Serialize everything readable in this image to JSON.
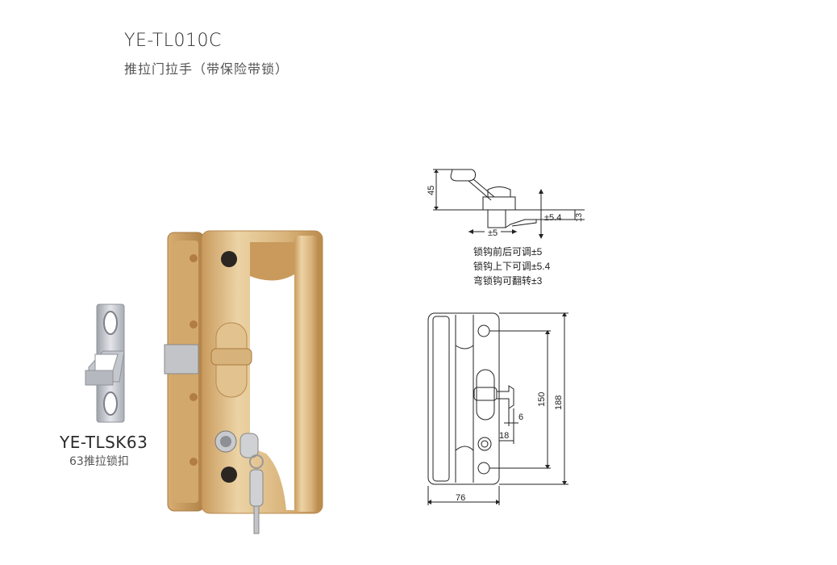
{
  "header": {
    "product_code": "YE-TL010C",
    "product_name": "推拉门拉手（带保险带锁）"
  },
  "accessory": {
    "code": "YE-TLSK63",
    "name": "63推拉锁扣"
  },
  "side_diagram": {
    "dim_height": "45",
    "dim_offset": "13",
    "adjust_vertical": "±5.4",
    "adjust_horizontal": "±5",
    "notes": [
      "锁钩前后可调±5",
      "锁钩上下可调±5.4",
      "弯锁钩可翻转±3"
    ]
  },
  "front_diagram": {
    "dim_width": "76",
    "dim_total_height": "188",
    "dim_hole_spacing": "150",
    "dim_hook_width": "6",
    "dim_hook_offset": "18"
  },
  "colors": {
    "gold_light": "#e9cfa0",
    "gold_mid": "#d4aa6c",
    "gold_dark": "#b98a4c",
    "silver": "#c9ccd2",
    "line": "#222222"
  }
}
